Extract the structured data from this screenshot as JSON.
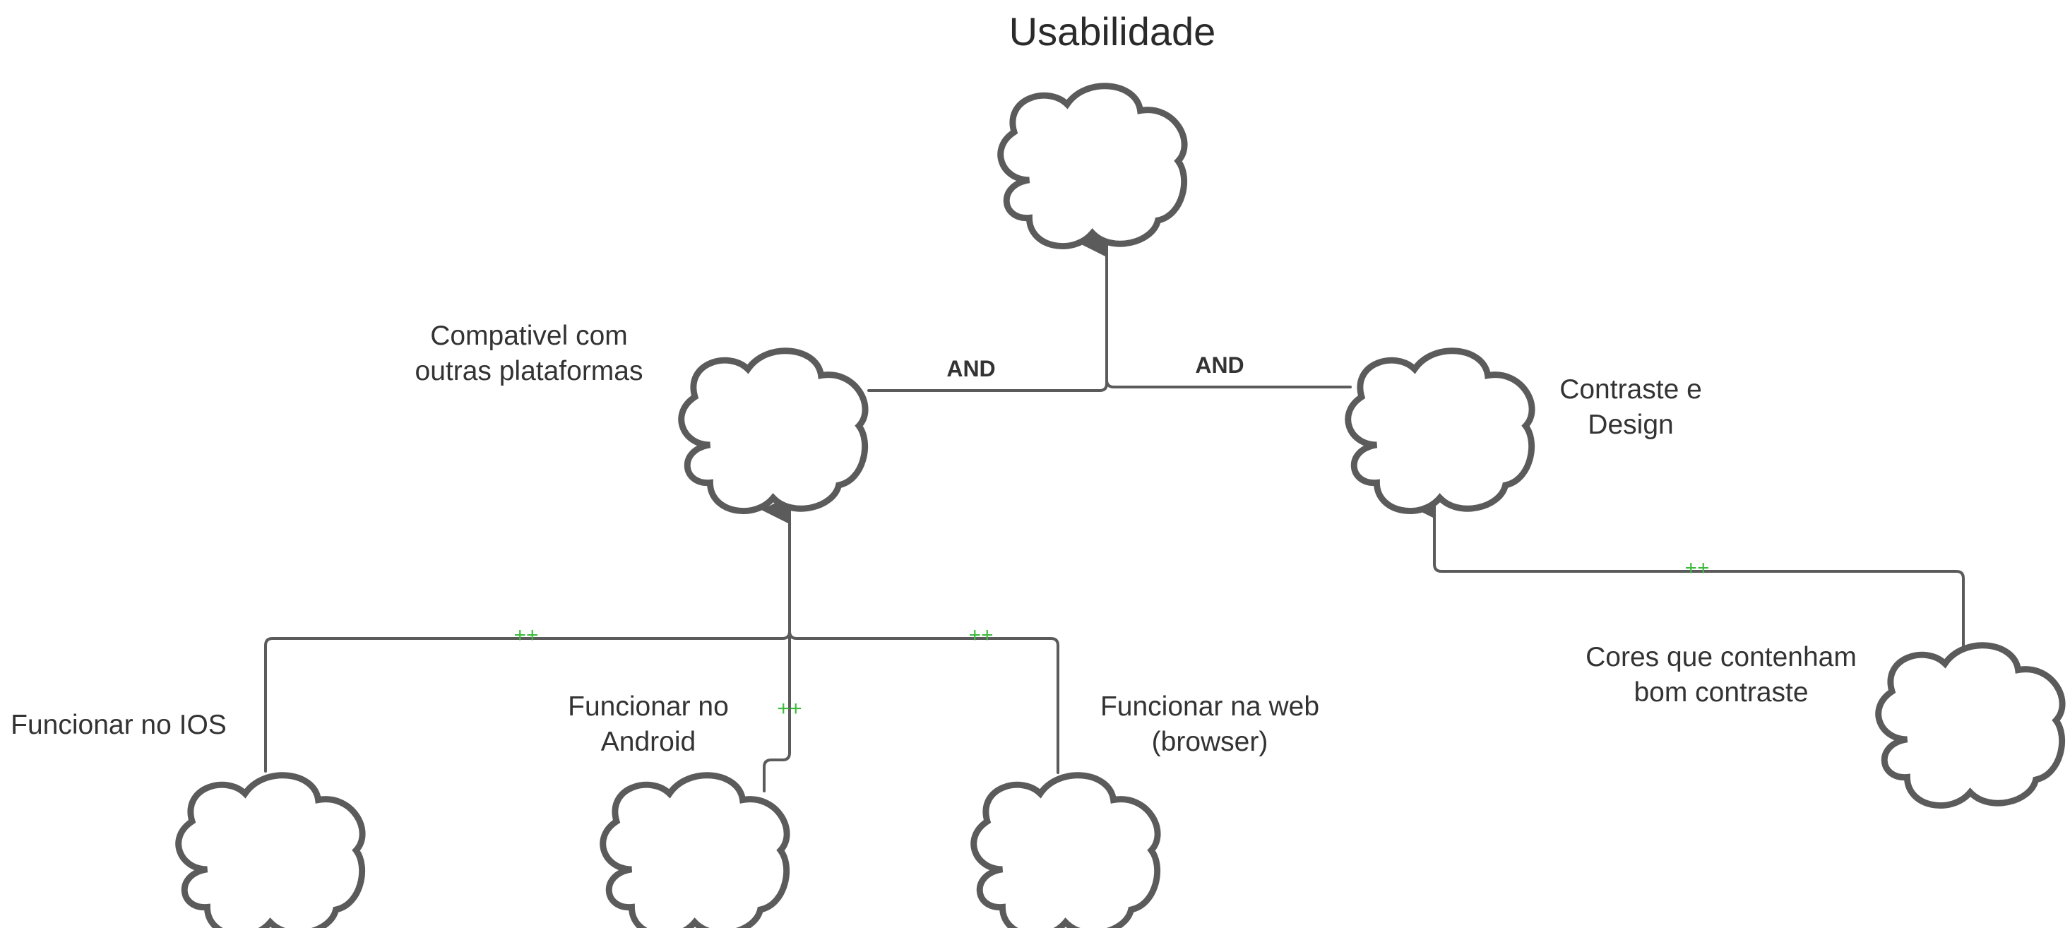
{
  "title": "Usabilidade",
  "colors": {
    "line": "#5b5b5b",
    "cloud_fill": "#ffffff",
    "contribution": "#3dbb3d",
    "text": "#333333"
  },
  "nodes": {
    "compativel": {
      "line1": "Compativel com",
      "line2": "outras plataformas"
    },
    "contraste": {
      "line1": "Contraste e",
      "line2": "Design"
    },
    "ios": {
      "line1": "Funcionar no IOS"
    },
    "android": {
      "line1": "Funcionar no",
      "line2": "Android"
    },
    "web": {
      "line1": "Funcionar na web",
      "line2": "(browser)"
    },
    "cores": {
      "line1": "Cores que contenham",
      "line2": "bom contraste"
    }
  },
  "edges": {
    "and_left": "AND",
    "and_right": "AND",
    "ios_contrib": "++",
    "android_contrib": "++",
    "web_contrib": "++",
    "cores_contrib": "++"
  }
}
